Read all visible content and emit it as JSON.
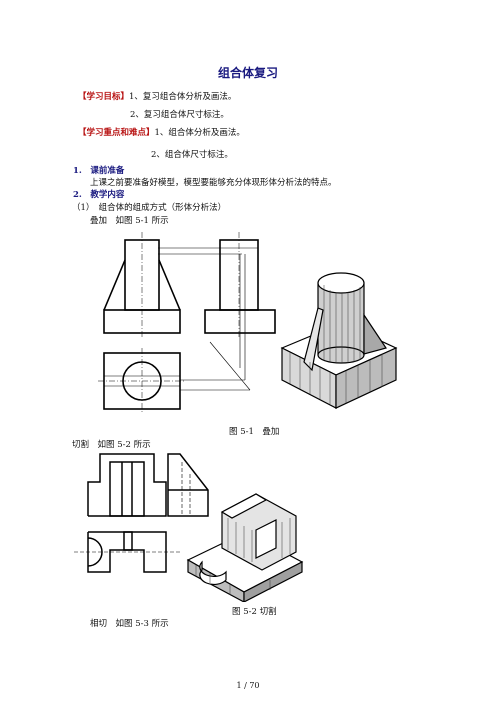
{
  "doc": {
    "title": "组合体复习",
    "objectives_label": "【学习目标】",
    "objective_1": "1、复习组合体分析及画法。",
    "objective_2": "2、复习组合体尺寸标注。",
    "focus_label": "【学习重点和难点】",
    "focus_1": "1、组合体分析及画法。",
    "focus_2": "2、组合体尺寸标注。",
    "sec1_heading": "1.　课前准备",
    "sec1_text": "上课之前要准备好模型，模型要能够充分体现形体分析法的特点。",
    "sec2_heading": "2.　教学内容",
    "sub1": "（1）　组合体的组成方式（形体分析法）",
    "stack_label": "叠加　如图 5-1 所示",
    "fig1_caption": "图 5-1　叠加",
    "cut_label": "切割　如图 5-2 所示",
    "fig2_caption": "图 5-2  切割",
    "tangent_label": "相切　如图 5-3 所示",
    "page_number": "1 / 70"
  }
}
